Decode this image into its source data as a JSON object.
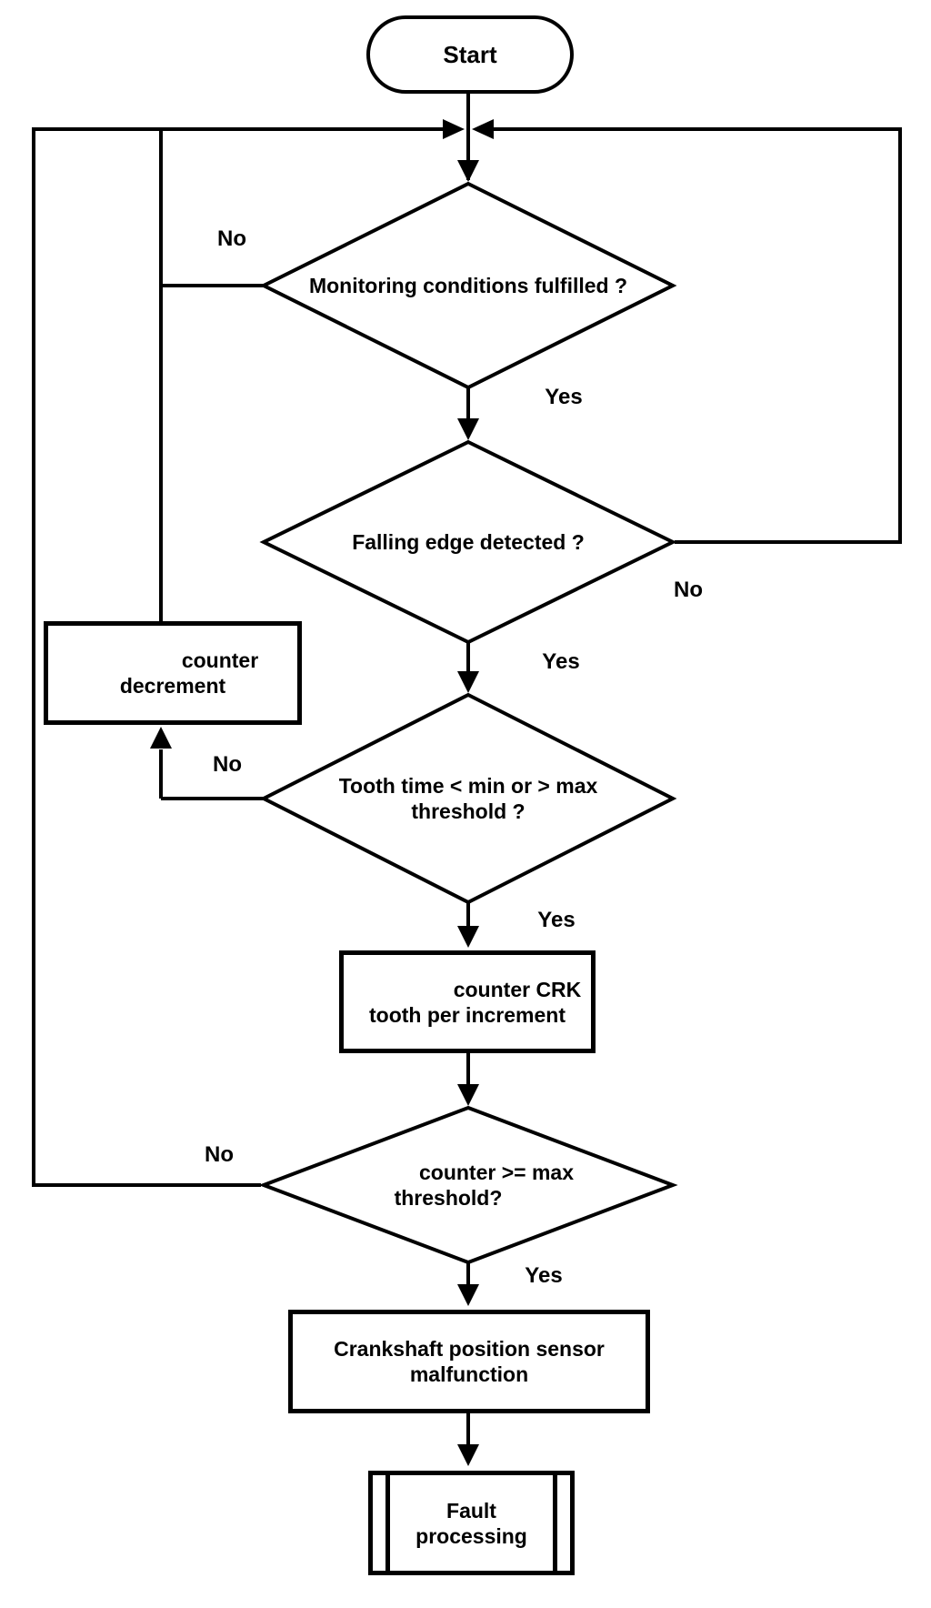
{
  "diagram": {
    "nodes": {
      "start": {
        "label": "Start"
      },
      "monitoring": {
        "label": "Monitoring conditions fulfilled ?"
      },
      "falling_edge": {
        "label": "Falling edge detected ?"
      },
      "tooth_time": {
        "line1": "Tooth time < min or > max",
        "line2": "threshold ?"
      },
      "counter_decrement": {
        "line1": "counter",
        "line2": "decrement"
      },
      "counter_crk": {
        "line1": "counter CRK",
        "line2": "tooth per increment"
      },
      "counter_max": {
        "line1": "counter >= max",
        "line2": "threshold?"
      },
      "malfunction": {
        "line1": "Crankshaft position sensor",
        "line2": "malfunction"
      },
      "fault": {
        "line1": "Fault",
        "line2": "processing"
      }
    },
    "edge_labels": {
      "monitoring_no": "No",
      "monitoring_yes": "Yes",
      "falling_edge_no": "No",
      "falling_edge_yes": "Yes",
      "tooth_time_no": "No",
      "tooth_time_yes": "Yes",
      "counter_max_no": "No",
      "counter_max_yes": "Yes"
    },
    "colors": {
      "line": "#000000",
      "background": "#ffffff",
      "text": "#000000"
    }
  }
}
